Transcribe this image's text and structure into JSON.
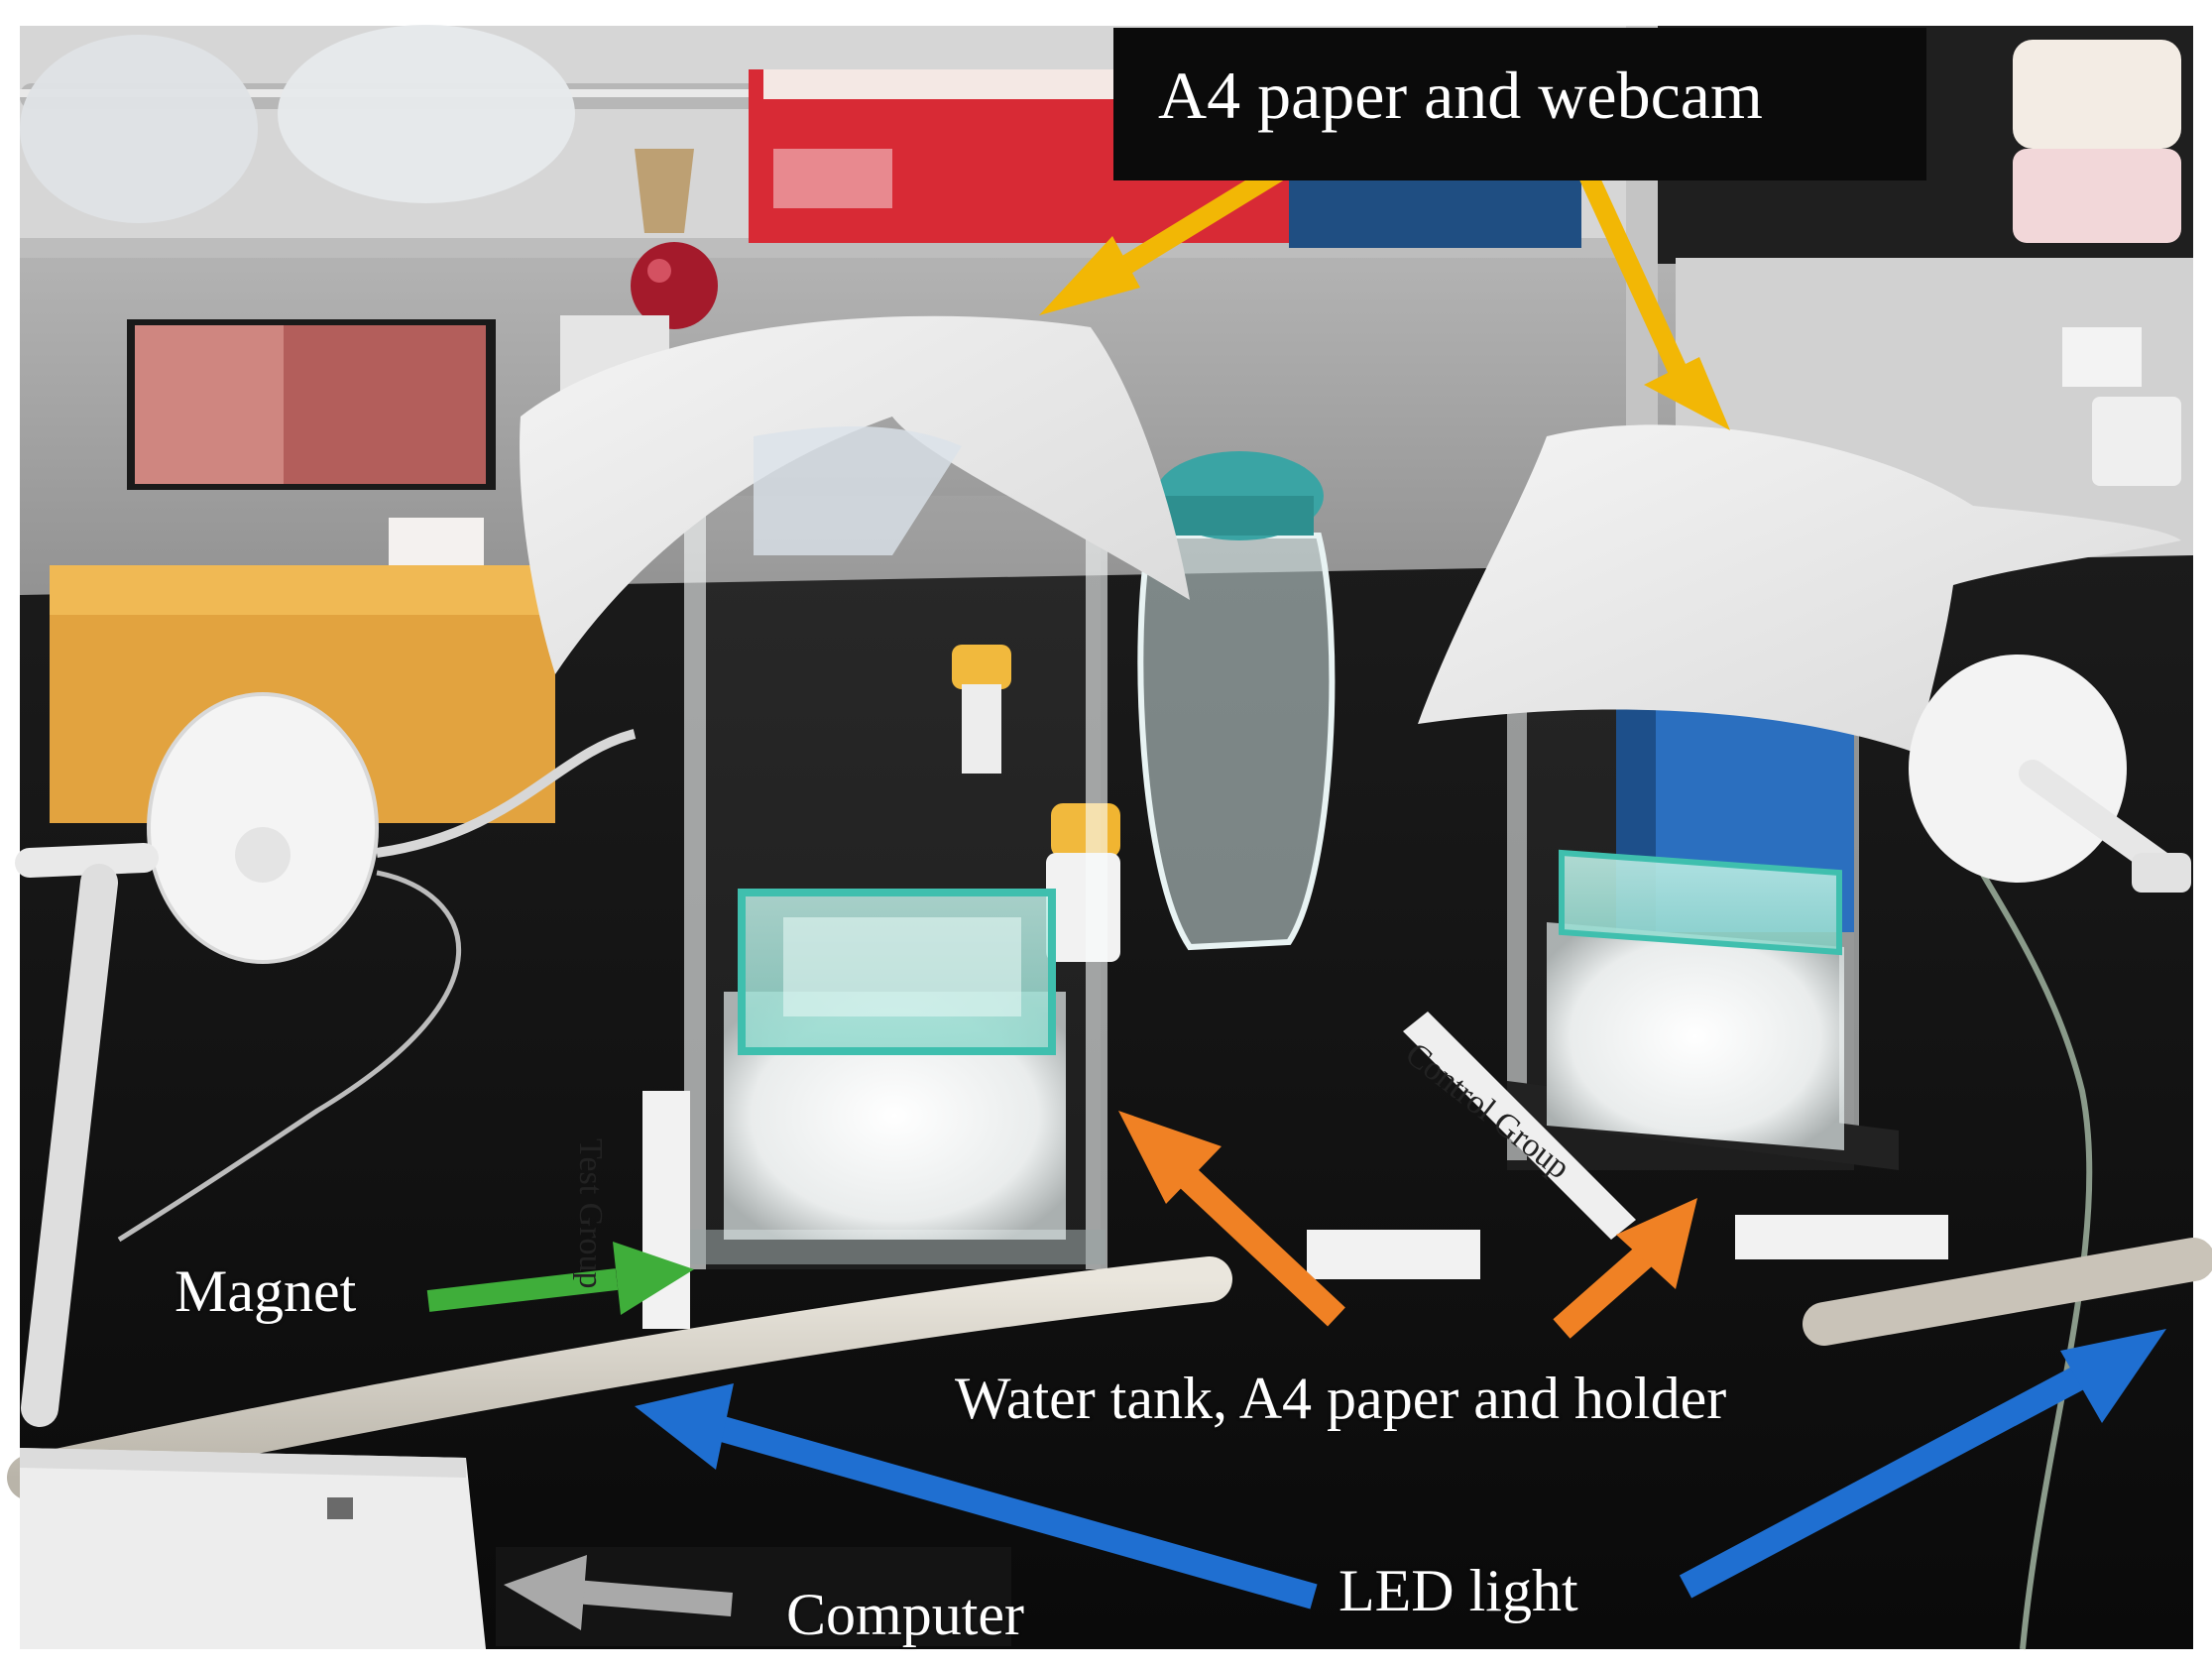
{
  "annotations": {
    "webcam": "A4 paper and webcam",
    "magnet": "Magnet",
    "water_tank": "Water tank, A4 paper and holder",
    "led": "LED light",
    "computer": "Computer"
  },
  "stickers": {
    "test": "Test Group",
    "control": "Control Group"
  },
  "colors": {
    "arrow_webcam": "#f2b705",
    "arrow_magnet": "#3fae3a",
    "arrow_water": "#f08124",
    "arrow_led": "#1f6fd1",
    "arrow_computer": "#a9a9a9",
    "label_box": "#0b0b0b"
  }
}
